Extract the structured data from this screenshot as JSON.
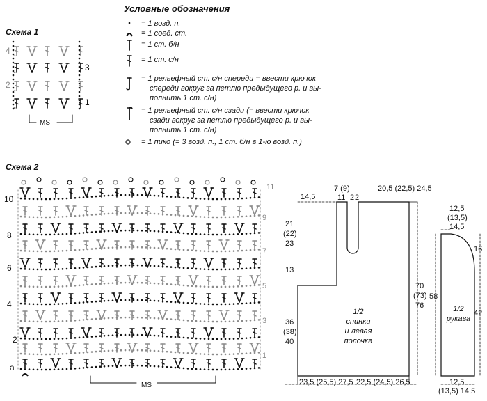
{
  "legend": {
    "title": "Условные обозначения",
    "items": [
      {
        "symbol": "chain-dot",
        "lines": [
          "= 1 возд. п."
        ]
      },
      {
        "symbol": "slip-stitch-arc",
        "lines": [
          "= 1 соед. ст."
        ]
      },
      {
        "symbol": "single-crochet",
        "lines": [
          "= 1 ст. б/н"
        ]
      },
      {
        "symbol": "double-crochet",
        "lines": [
          "= 1 ст. с/н"
        ]
      },
      {
        "symbol": "front-post-dc",
        "lines": [
          "= 1 рельефный ст. с/н спереди = ввести крючок",
          "спереди вокруг за петлю предыдущего р. и вы-",
          "полнить 1 ст. с/н)"
        ]
      },
      {
        "symbol": "back-post-dc",
        "lines": [
          "= 1 рельефный ст. с/н сзади (= ввести крючок",
          "сзади вокруг за петлю предыдущего р. и вы-",
          "полнить 1 ст. с/н)"
        ]
      },
      {
        "symbol": "picot-circle",
        "lines": [
          "= 1 пико (= 3 возд. п., 1 ст. б/н в 1-ю возд. п.)"
        ]
      }
    ]
  },
  "scheme1": {
    "title": "Схема 1",
    "rows_left": [
      "4",
      "2"
    ],
    "rows_right": [
      "3",
      "1"
    ],
    "repeat_label": "MS"
  },
  "scheme2": {
    "title": "Схема 2",
    "rows_left": [
      "10",
      "8",
      "6",
      "4",
      "2",
      "a"
    ],
    "rows_right": [
      "11",
      "9",
      "7",
      "5",
      "3",
      "1"
    ],
    "repeat_label": "MS"
  },
  "back_pattern": {
    "top_left_width": "14,5",
    "neck_width": "7 (9)",
    "neck_sub1": "11",
    "neck_sub2": "2",
    "neck_sub3": "2",
    "top_right_width": "20,5 (22,5) 24,5",
    "shoulder_height": [
      "21",
      "(22)",
      "23"
    ],
    "armhole_height": "13",
    "side_height": [
      "36",
      "(38)",
      "40"
    ],
    "total_height": [
      "70",
      "(73)",
      "76"
    ],
    "label": [
      "1/2",
      "спинки",
      "и левая",
      "полочка"
    ],
    "bottom_width": "23,5 (25,5) 27,5",
    "bottom_width_2": "22,5 (24,5) 26,5"
  },
  "sleeve_pattern": {
    "top_width": [
      "12,5",
      "(13,5)",
      "14,5"
    ],
    "cap_height": "16",
    "lower_height": "42",
    "total_height": "58",
    "label": [
      "1/2",
      "рукава"
    ],
    "bottom_width": [
      "12,5",
      "(13,5) 14,5"
    ]
  },
  "colors": {
    "ink": "#111111",
    "grey": "#8a8a8a",
    "light": "#a0a0a0"
  }
}
